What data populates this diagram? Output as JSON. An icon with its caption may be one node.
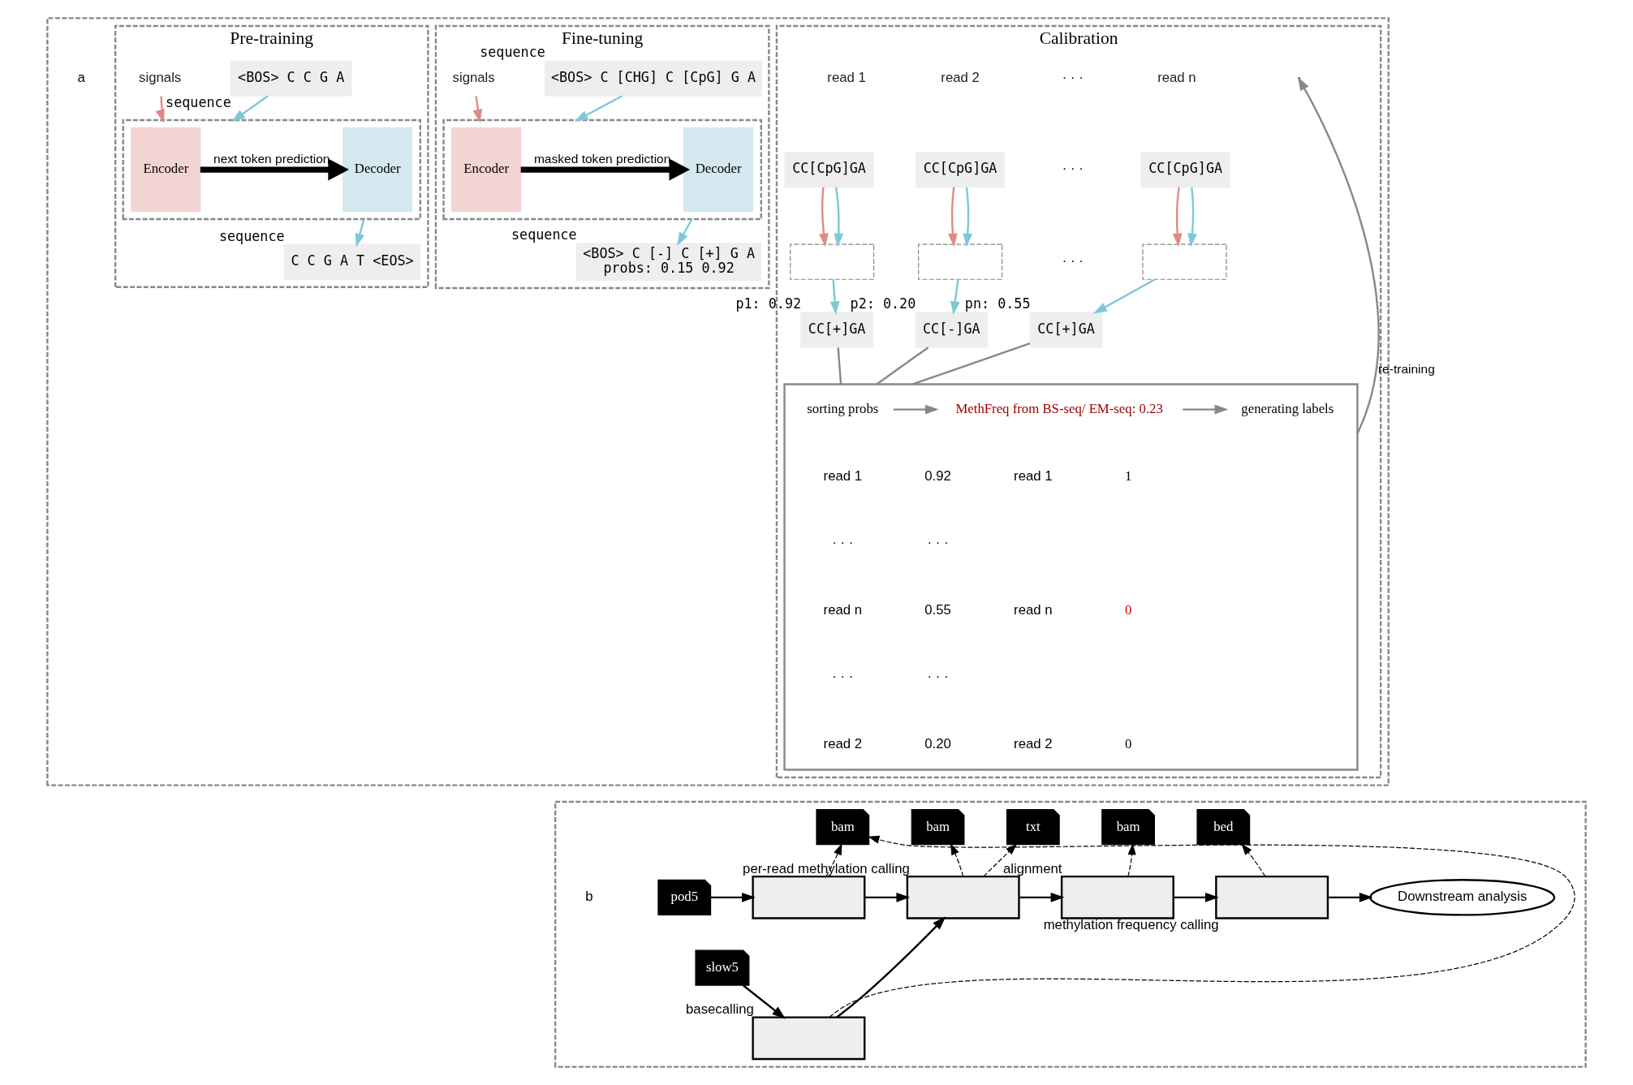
{
  "diagram": {
    "nodes": [
      {
        "text": [],
        "shape": "box"
      },
      {
        "text": [
          "Pre-training"
        ],
        "in": 0
      },
      {
        "text": [
          "signals"
        ],
        "in": 1
      },
      {
        "text": [
          "<BOS> C C G A"
        ],
        "beside": [
          "sequence"
        ],
        "in": 1
      },
      {
        "text": [],
        "shape": "box",
        "in": 1
      },
      {
        "text": [
          "Encoder"
        ],
        "in": 4
      },
      {
        "text": [
          "Decoder"
        ],
        "in": 4
      },
      {
        "text": [
          "C C G A T <EOS>"
        ],
        "beside": [
          "sequence"
        ],
        "in": 1
      },
      {
        "text": [
          "Fine-tuning"
        ],
        "in": 0
      },
      {
        "text": [
          "signals"
        ],
        "in": 8
      },
      {
        "text": [
          "<BOS> C [CHG] C [CpG] G A"
        ],
        "beside": [
          "sequence"
        ],
        "in": 8
      },
      {
        "text": [],
        "shape": "box",
        "in": 8
      },
      {
        "text": [
          "Encoder"
        ],
        "in": 11
      },
      {
        "text": [
          "Decoder"
        ],
        "in": 11
      },
      {
        "text": [
          "<BOS> C [-] C [+] G A",
          "probs: 0.15 0.92"
        ],
        "beside": [
          "sequence"
        ],
        "in": 8
      },
      {
        "text": [
          "Calibration"
        ],
        "in": 0
      },
      {
        "text": [
          "read 1"
        ],
        "in": 15
      },
      {
        "text": [
          "read 2"
        ],
        "in": 15
      },
      {
        "text": [
          "read n"
        ],
        "in": 15
      },
      {
        "text": [
          "CC[CpG]GA"
        ],
        "in": 15
      },
      {
        "text": [
          "CC[CpG]GA"
        ],
        "in": 15
      },
      {
        "text": [
          "CC[CpG]GA"
        ],
        "in": 15
      },
      {
        "text": [],
        "shape": "box",
        "in": 15
      },
      {
        "text": [],
        "shape": "box",
        "in": 15
      },
      {
        "text": [],
        "shape": "box",
        "in": 15
      },
      {
        "text": [
          "CC[+]GA"
        ],
        "beside": [
          "p1: 0.92"
        ],
        "in": 15
      },
      {
        "text": [
          "CC[-]GA"
        ],
        "beside": [
          "p2: 0.20"
        ],
        "in": 15
      },
      {
        "text": [
          "CC[+]GA"
        ],
        "beside": [
          "pn: 0.55"
        ],
        "in": 15
      },
      {
        "text": [],
        "shape": "box",
        "in": 15
      },
      {
        "text": [
          "sorting probs"
        ],
        "in": 28
      },
      {
        "text": [
          "MethFreq from BS-seq/ EM-seq: 0.23"
        ],
        "in": 28
      },
      {
        "text": [
          "generating labels"
        ],
        "in": 28
      },
      {
        "text": [],
        "shape": "box"
      },
      {
        "text": [
          "pod5"
        ],
        "in": 32
      },
      {
        "text": [
          "slow5"
        ],
        "in": 32
      },
      {
        "text": [],
        "shape": "box",
        "in": 32
      },
      {
        "text": [],
        "shape": "box",
        "beside": [
          "basecalling"
        ],
        "in": 32
      },
      {
        "text": [],
        "shape": "box",
        "beside": [
          "per-read methylation calling"
        ],
        "in": 32
      },
      {
        "text": [],
        "shape": "box",
        "beside": [
          "alignment"
        ],
        "in": 32
      },
      {
        "text": [],
        "shape": "box",
        "beside": [
          "methylation frequency calling"
        ],
        "in": 32
      },
      {
        "text": [
          "Downstream analysis"
        ],
        "in": 32
      },
      {
        "text": [
          "bam"
        ],
        "in": 32
      },
      {
        "text": [
          "bam"
        ],
        "in": 32
      },
      {
        "text": [
          "txt"
        ],
        "in": 32
      },
      {
        "text": [
          "bam"
        ],
        "in": 32
      },
      {
        "text": [
          "bed"
        ],
        "in": 32
      }
    ],
    "edges": [
      {
        "from": 2,
        "to": 4,
        "arrow": "to",
        "color": "#e08a85"
      },
      {
        "from": 3,
        "to": 4,
        "arrow": "to",
        "color": "#7ec8d8"
      },
      {
        "from": 5,
        "to": 6,
        "arrow": "to",
        "style": "thick",
        "label": "next token prediction"
      },
      {
        "from": 4,
        "to": 7,
        "arrow": "to",
        "color": "#7ec8d8"
      },
      {
        "from": 9,
        "to": 11,
        "arrow": "to",
        "color": "#e08a85"
      },
      {
        "from": 10,
        "to": 11,
        "arrow": "to",
        "color": "#7ec8d8"
      },
      {
        "from": 12,
        "to": 13,
        "arrow": "to",
        "style": "thick",
        "label": "masked token prediction"
      },
      {
        "from": 11,
        "to": 14,
        "arrow": "to",
        "color": "#7ec8d8"
      },
      {
        "from": 19,
        "to": 22,
        "arrow": "to",
        "color": "#e08a85"
      },
      {
        "from": 19,
        "to": 22,
        "arrow": "to",
        "color": "#7ec8d8"
      },
      {
        "from": 22,
        "to": 25,
        "arrow": "to",
        "color": "#7ec8d8"
      },
      {
        "from": 20,
        "to": 23,
        "arrow": "to",
        "color": "#e08a85"
      },
      {
        "from": 20,
        "to": 23,
        "arrow": "to",
        "color": "#7ec8d8"
      },
      {
        "from": 23,
        "to": 26,
        "arrow": "to",
        "color": "#7ec8d8"
      },
      {
        "from": 21,
        "to": 24,
        "arrow": "to",
        "color": "#e08a85"
      },
      {
        "from": 21,
        "to": 24,
        "arrow": "to",
        "color": "#7ec8d8"
      },
      {
        "from": 24,
        "to": 27,
        "arrow": "to",
        "color": "#7ec8d8"
      },
      {
        "from": 25,
        "to": 28,
        "arrow": "none",
        "color": "#888888"
      },
      {
        "from": 26,
        "to": 28,
        "arrow": "none",
        "color": "#888888"
      },
      {
        "from": 27,
        "to": 28,
        "arrow": "none",
        "color": "#888888"
      },
      {
        "from": 29,
        "to": 30,
        "arrow": "to",
        "color": "#888888"
      },
      {
        "from": 30,
        "to": 31,
        "arrow": "to",
        "color": "#888888"
      },
      {
        "from": 28,
        "to": null,
        "arrow": "to",
        "color": "#888888",
        "label": "re-training"
      },
      {
        "from": 33,
        "to": 35,
        "arrow": "to"
      },
      {
        "from": 34,
        "to": 36,
        "arrow": "to"
      },
      {
        "from": 35,
        "to": 37,
        "arrow": "to"
      },
      {
        "from": 36,
        "to": 37,
        "arrow": "to"
      },
      {
        "from": 37,
        "to": 38,
        "arrow": "to"
      },
      {
        "from": 38,
        "to": 39,
        "arrow": "to"
      },
      {
        "from": 39,
        "to": 40,
        "arrow": "to"
      },
      {
        "from": 35,
        "to": 41,
        "arrow": "to",
        "style": "dashed"
      },
      {
        "from": 36,
        "to": 41,
        "arrow": "to",
        "style": "dashed"
      },
      {
        "from": 37,
        "to": 42,
        "arrow": "to",
        "style": "dashed"
      },
      {
        "from": 37,
        "to": 43,
        "arrow": "to",
        "style": "dashed"
      },
      {
        "from": 38,
        "to": 44,
        "arrow": "to",
        "style": "dashed"
      },
      {
        "from": 39,
        "to": 45,
        "arrow": "to",
        "style": "dashed"
      }
    ],
    "labels": [
      "a",
      "b",
      "· · ·",
      "· · ·",
      "· · ·",
      "read 1",
      "0.92",
      "read 1",
      "1",
      "· · ·",
      "· · ·",
      "read n",
      "0.55",
      "read n",
      "0",
      "· · ·",
      "· · ·",
      "read 2",
      "0.20",
      "read 2",
      "0"
    ]
  }
}
